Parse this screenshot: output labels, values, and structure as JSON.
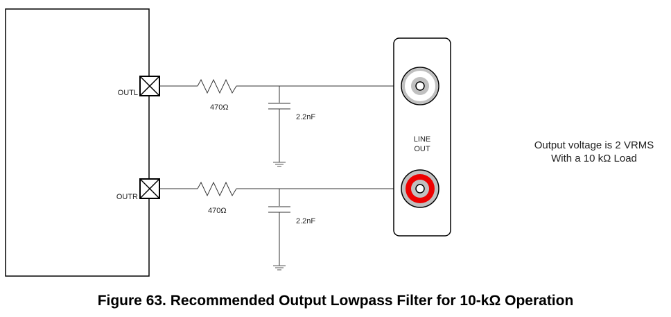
{
  "ports": {
    "left": "OUTL",
    "right": "OUTR"
  },
  "resistor": {
    "left": "470Ω",
    "right": "470Ω"
  },
  "capacitor": {
    "left": "2.2nF",
    "right": "2.2nF"
  },
  "jack_panel": {
    "line1": "LINE",
    "line2": "OUT"
  },
  "note": {
    "line1": "Output voltage is 2 VRMS",
    "line2": "With a 10 kΩ Load"
  },
  "caption": "Figure 63.  Recommended Output Lowpass Filter for 10-kΩ Operation",
  "colors": {
    "right_jack": "#ee0000",
    "jack_ring": "#c0c0c0"
  }
}
